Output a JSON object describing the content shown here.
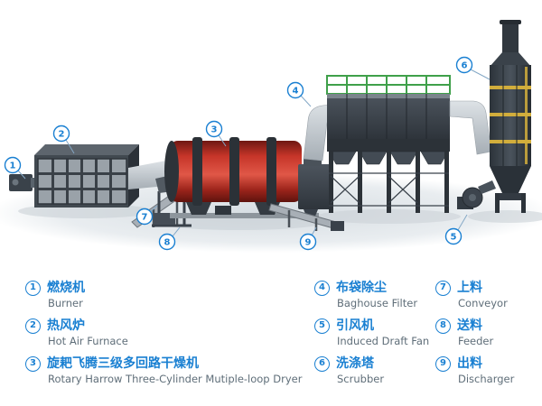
{
  "legend": {
    "items": [
      {
        "num": "1",
        "zh": "燃烧机",
        "en": "Burner"
      },
      {
        "num": "2",
        "zh": "热风炉",
        "en": "Hot Air Furnace"
      },
      {
        "num": "3",
        "zh": "旋耙飞腾三级多回路干燥机",
        "en": "Rotary Harrow Three-Cylinder Mutiple-loop Dryer"
      },
      {
        "num": "4",
        "zh": "布袋除尘",
        "en": "Baghouse Filter"
      },
      {
        "num": "5",
        "zh": "引风机",
        "en": "Induced Draft Fan"
      },
      {
        "num": "6",
        "zh": "洗涤塔",
        "en": "Scrubber"
      },
      {
        "num": "7",
        "zh": "上料",
        "en": "Conveyor"
      },
      {
        "num": "8",
        "zh": "送料",
        "en": "Feeder"
      },
      {
        "num": "9",
        "zh": "出料",
        "en": "Discharger"
      }
    ]
  },
  "colors": {
    "accent_blue": "#1a80d2",
    "english_gray": "#5f6e79",
    "dryer_red": "#c63529",
    "frame_green": "#3fa04a",
    "band_yellow": "#d2ae3c",
    "steel_dark": "#39414a",
    "duct_gray": "#c3c9cf"
  }
}
